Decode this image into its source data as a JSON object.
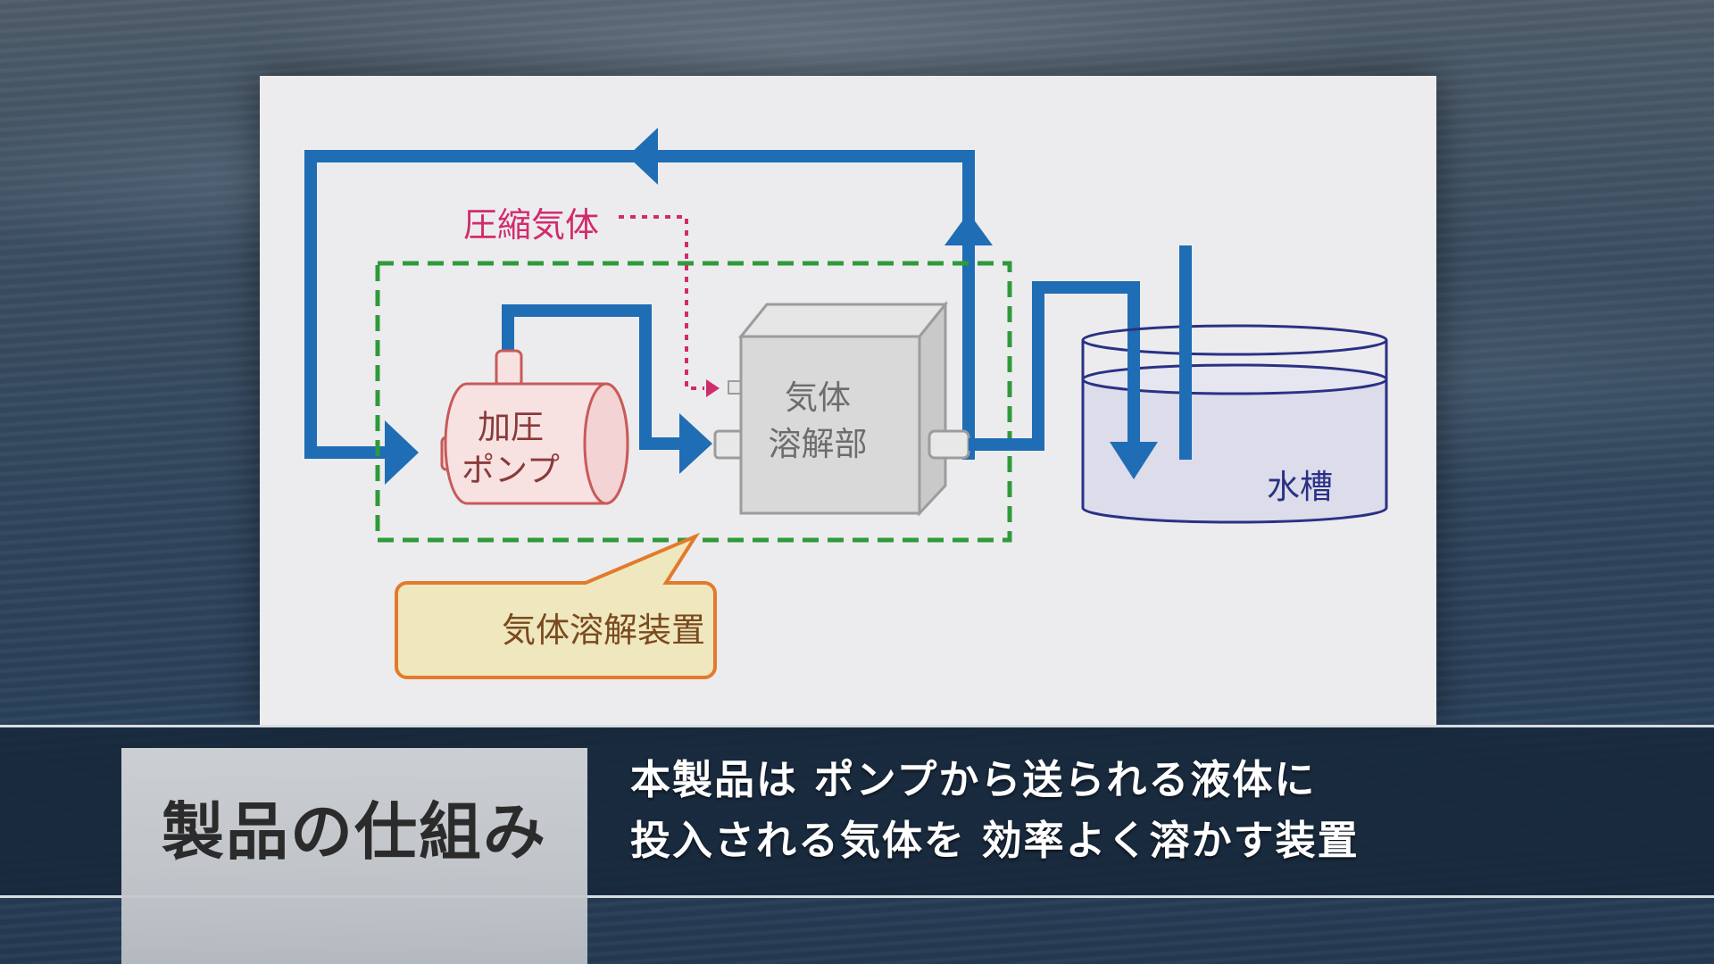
{
  "diagram": {
    "compressed_gas_label": "圧縮気体",
    "pump_label_line1": "加圧",
    "pump_label_line2": "ポンプ",
    "dissolver_label_line1": "気体",
    "dissolver_label_line2": "溶解部",
    "tank_label": "水槽",
    "device_label": "気体溶解装置",
    "colors": {
      "flow": "#1f6db5",
      "gas": "#d22b6b",
      "device_border": "#2f9a3a",
      "pump": "#c85a5a",
      "tank": "#2a3185",
      "callout_border": "#e27a2c",
      "callout_fill": "#efe7bd"
    }
  },
  "caption": {
    "title": "製品の仕組み",
    "line1": "本製品は ポンプから送られる液体に",
    "line2": "投入される気体を 効率よく溶かす装置"
  }
}
